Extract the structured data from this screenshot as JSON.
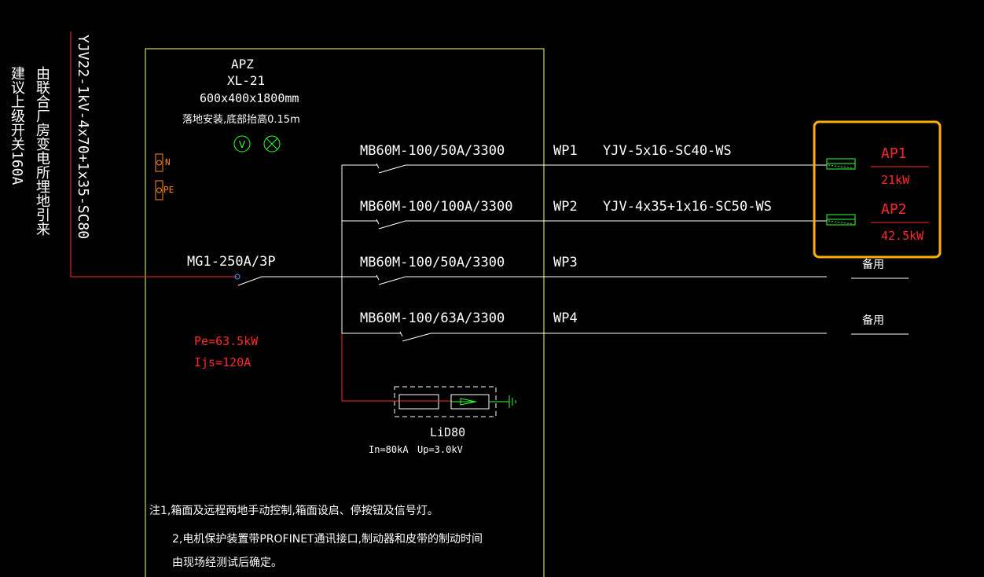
{
  "incoming": {
    "cable": "YJV22-1kV-4x70+1x35-SC80",
    "line1": "由联合厂房变电所埋地引来",
    "line2": "建议上级开关160A"
  },
  "panel": {
    "name": "APZ",
    "model": "XL-21",
    "size": "600x400x1800mm",
    "install": "落地安装,底部抬高0.15m",
    "n_label": "N",
    "pe_label": "PE"
  },
  "main_breaker": "MG1-250A/3P",
  "load": {
    "pe": "Pe=63.5kW",
    "ijs": "Ijs=120A"
  },
  "circuits": [
    {
      "id": "WP1",
      "breaker": "MB60M-100/50A/3300",
      "cable": "YJV-5x16-SC40-WS",
      "dest": "AP1",
      "power": "21kW"
    },
    {
      "id": "WP2",
      "breaker": "MB60M-100/100A/3300",
      "cable": "YJV-4x35+1x16-SC50-WS",
      "dest": "AP2",
      "power": "42.5kW"
    },
    {
      "id": "WP3",
      "breaker": "MB60M-100/50A/3300",
      "cable": "",
      "dest": "备用",
      "power": ""
    },
    {
      "id": "WP4",
      "breaker": "MB60M-100/63A/3300",
      "cable": "",
      "dest": "备用",
      "power": ""
    }
  ],
  "spd": {
    "name": "LiD80",
    "in": "In=80kA",
    "up": "Up=3.0kV"
  },
  "notes": {
    "n1": "注1,箱面及远程两地手动控制,箱面设启、停按钮及信号灯。",
    "n2": "2,电机保护装置带PROFINET通讯接口,制动器和皮带的制动时间",
    "n3": "由现场经测试后确定。"
  },
  "colors": {
    "background": "#000000",
    "line": "#ffffff",
    "panel": "#ffff66",
    "accent": "#ff2a2a",
    "device": "#33ff33",
    "highlight": "#ffb000"
  }
}
